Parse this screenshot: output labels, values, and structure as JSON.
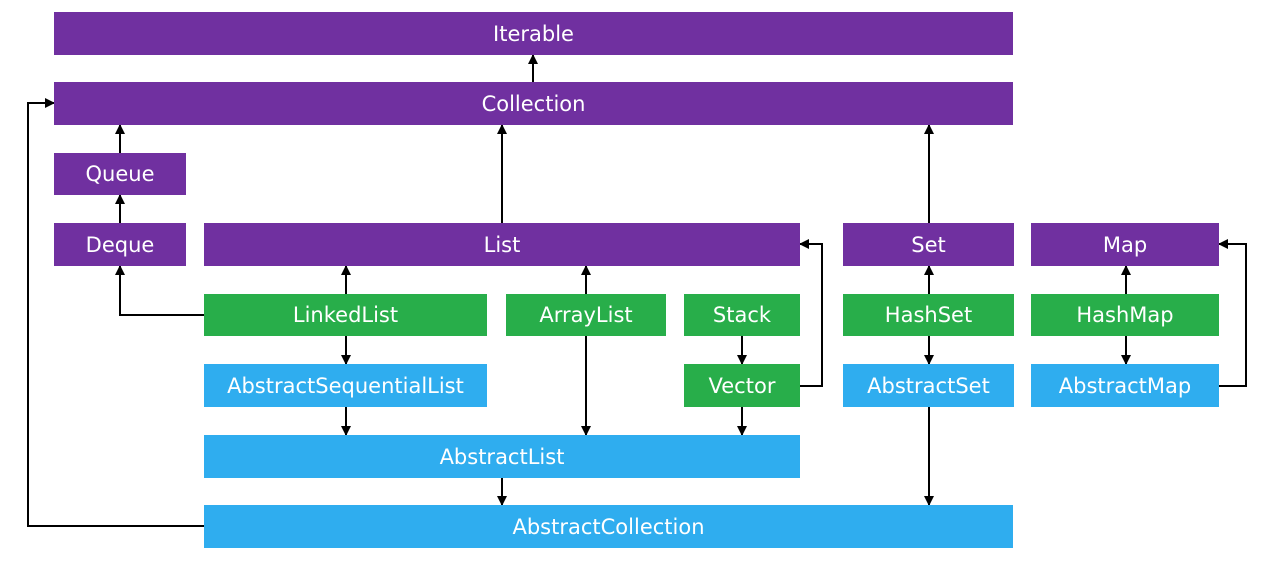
{
  "colors": {
    "interface": "#7030a0",
    "concrete_class": "#28ae4a",
    "abstract_class": "#2fadef",
    "connector": "#000000"
  },
  "nodes": {
    "iterable": "Iterable",
    "collection": "Collection",
    "queue": "Queue",
    "deque": "Deque",
    "list": "List",
    "set": "Set",
    "map": "Map",
    "linked_list": "LinkedList",
    "array_list": "ArrayList",
    "stack": "Stack",
    "vector": "Vector",
    "hash_set": "HashSet",
    "hash_map": "HashMap",
    "abstract_sequential_list": "AbstractSequentialList",
    "abstract_set": "AbstractSet",
    "abstract_map": "AbstractMap",
    "abstract_list": "AbstractList",
    "abstract_collection": "AbstractCollection"
  },
  "edges": [
    {
      "from": "collection",
      "to": "iterable"
    },
    {
      "from": "queue",
      "to": "collection"
    },
    {
      "from": "deque",
      "to": "queue"
    },
    {
      "from": "list",
      "to": "collection"
    },
    {
      "from": "set",
      "to": "collection"
    },
    {
      "from": "linked_list",
      "to": "list"
    },
    {
      "from": "linked_list",
      "to": "deque"
    },
    {
      "from": "linked_list",
      "to": "abstract_sequential_list"
    },
    {
      "from": "abstract_sequential_list",
      "to": "abstract_list"
    },
    {
      "from": "array_list",
      "to": "list"
    },
    {
      "from": "array_list",
      "to": "abstract_list"
    },
    {
      "from": "stack",
      "to": "vector"
    },
    {
      "from": "vector",
      "to": "list"
    },
    {
      "from": "vector",
      "to": "abstract_list"
    },
    {
      "from": "hash_set",
      "to": "set"
    },
    {
      "from": "hash_set",
      "to": "abstract_set"
    },
    {
      "from": "abstract_set",
      "to": "abstract_collection"
    },
    {
      "from": "hash_map",
      "to": "map"
    },
    {
      "from": "hash_map",
      "to": "abstract_map"
    },
    {
      "from": "abstract_map",
      "to": "map"
    },
    {
      "from": "abstract_list",
      "to": "abstract_collection"
    },
    {
      "from": "abstract_collection",
      "to": "collection"
    }
  ]
}
